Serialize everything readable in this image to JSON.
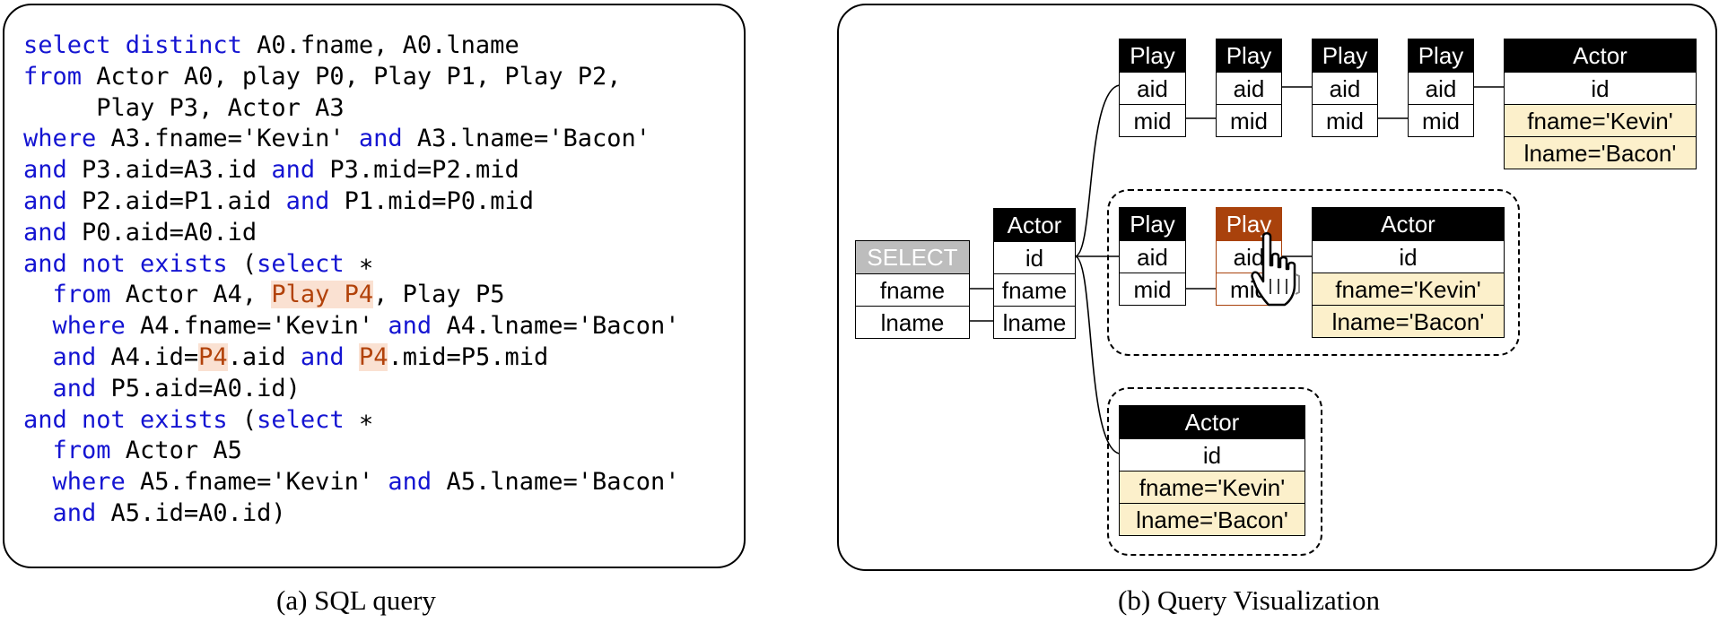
{
  "sql_panel": {
    "caption": "(a) SQL query",
    "lines": [
      [
        {
          "t": "select distinct",
          "c": "kw"
        },
        {
          "t": " A0.fname, A0.lname"
        }
      ],
      [
        {
          "t": "from",
          "c": "kw"
        },
        {
          "t": " Actor A0, play P0, Play P1, Play P2,"
        }
      ],
      [
        {
          "t": "     Play P3, Actor A3"
        }
      ],
      [
        {
          "t": "where",
          "c": "kw"
        },
        {
          "t": " A3.fname='Kevin' "
        },
        {
          "t": "and",
          "c": "kw"
        },
        {
          "t": " A3.lname='Bacon'"
        }
      ],
      [
        {
          "t": "and",
          "c": "kw"
        },
        {
          "t": " P3.aid=A3.id "
        },
        {
          "t": "and",
          "c": "kw"
        },
        {
          "t": " P3.mid=P2.mid"
        }
      ],
      [
        {
          "t": "and",
          "c": "kw"
        },
        {
          "t": " P2.aid=P1.aid "
        },
        {
          "t": "and",
          "c": "kw"
        },
        {
          "t": " P1.mid=P0.mid"
        }
      ],
      [
        {
          "t": "and",
          "c": "kw"
        },
        {
          "t": " P0.aid=A0.id"
        }
      ],
      [
        {
          "t": "and not exists",
          "c": "kw"
        },
        {
          "t": " ("
        },
        {
          "t": "select",
          "c": "kw"
        },
        {
          "t": " ∗"
        }
      ],
      [
        {
          "t": "  "
        },
        {
          "t": "from",
          "c": "kw"
        },
        {
          "t": " Actor A4, "
        },
        {
          "t": "Play P4",
          "c": "hl"
        },
        {
          "t": ", Play P5"
        }
      ],
      [
        {
          "t": "  "
        },
        {
          "t": "where",
          "c": "kw"
        },
        {
          "t": " A4.fname='Kevin' "
        },
        {
          "t": "and",
          "c": "kw"
        },
        {
          "t": " A4.lname='Bacon'"
        }
      ],
      [
        {
          "t": "  "
        },
        {
          "t": "and",
          "c": "kw"
        },
        {
          "t": " A4.id="
        },
        {
          "t": "P4",
          "c": "hl"
        },
        {
          "t": ".aid "
        },
        {
          "t": "and",
          "c": "kw"
        },
        {
          "t": " "
        },
        {
          "t": "P4",
          "c": "hl"
        },
        {
          "t": ".mid=P5.mid"
        }
      ],
      [
        {
          "t": "  "
        },
        {
          "t": "and",
          "c": "kw"
        },
        {
          "t": " P5.aid=A0.id)"
        }
      ],
      [
        {
          "t": "and not exists",
          "c": "kw"
        },
        {
          "t": " ("
        },
        {
          "t": "select",
          "c": "kw"
        },
        {
          "t": " ∗"
        }
      ],
      [
        {
          "t": "  "
        },
        {
          "t": "from",
          "c": "kw"
        },
        {
          "t": " Actor A5"
        }
      ],
      [
        {
          "t": "  "
        },
        {
          "t": "where",
          "c": "kw"
        },
        {
          "t": " A5.fname='Kevin' "
        },
        {
          "t": "and",
          "c": "kw"
        },
        {
          "t": " A5.lname='Bacon'"
        }
      ],
      [
        {
          "t": "  "
        },
        {
          "t": "and",
          "c": "kw"
        },
        {
          "t": " A5.id=A0.id)"
        }
      ]
    ]
  },
  "viz_panel": {
    "caption": "(b) Query Visualization",
    "tables": {
      "select": {
        "header": "SELECT",
        "rows": [
          "fname",
          "lname"
        ]
      },
      "actor_a0": {
        "header": "Actor",
        "rows": [
          "id",
          "fname",
          "lname"
        ]
      },
      "play_p0": {
        "header": "Play",
        "rows": [
          "aid",
          "mid"
        ]
      },
      "play_p1": {
        "header": "Play",
        "rows": [
          "aid",
          "mid"
        ]
      },
      "play_p2": {
        "header": "Play",
        "rows": [
          "aid",
          "mid"
        ]
      },
      "play_p3": {
        "header": "Play",
        "rows": [
          "aid",
          "mid"
        ]
      },
      "actor_a3": {
        "header": "Actor",
        "rows": [
          "id",
          "fname='Kevin'",
          "lname='Bacon'"
        ]
      },
      "play_p5": {
        "header": "Play",
        "rows": [
          "aid",
          "mid"
        ]
      },
      "play_p4": {
        "header": "Play",
        "rows": [
          "aid",
          "mid"
        ]
      },
      "actor_a4": {
        "header": "Actor",
        "rows": [
          "id",
          "fname='Kevin'",
          "lname='Bacon'"
        ]
      },
      "actor_a5": {
        "header": "Actor",
        "rows": [
          "id",
          "fname='Kevin'",
          "lname='Bacon'"
        ]
      }
    },
    "colors": {
      "highlight": "#a9420c",
      "condition_fill": "#fcf0cb",
      "keyword": "#1414d2",
      "select_header": "#bdbdbd"
    },
    "cursor_icon": "hand-pointer-icon"
  }
}
